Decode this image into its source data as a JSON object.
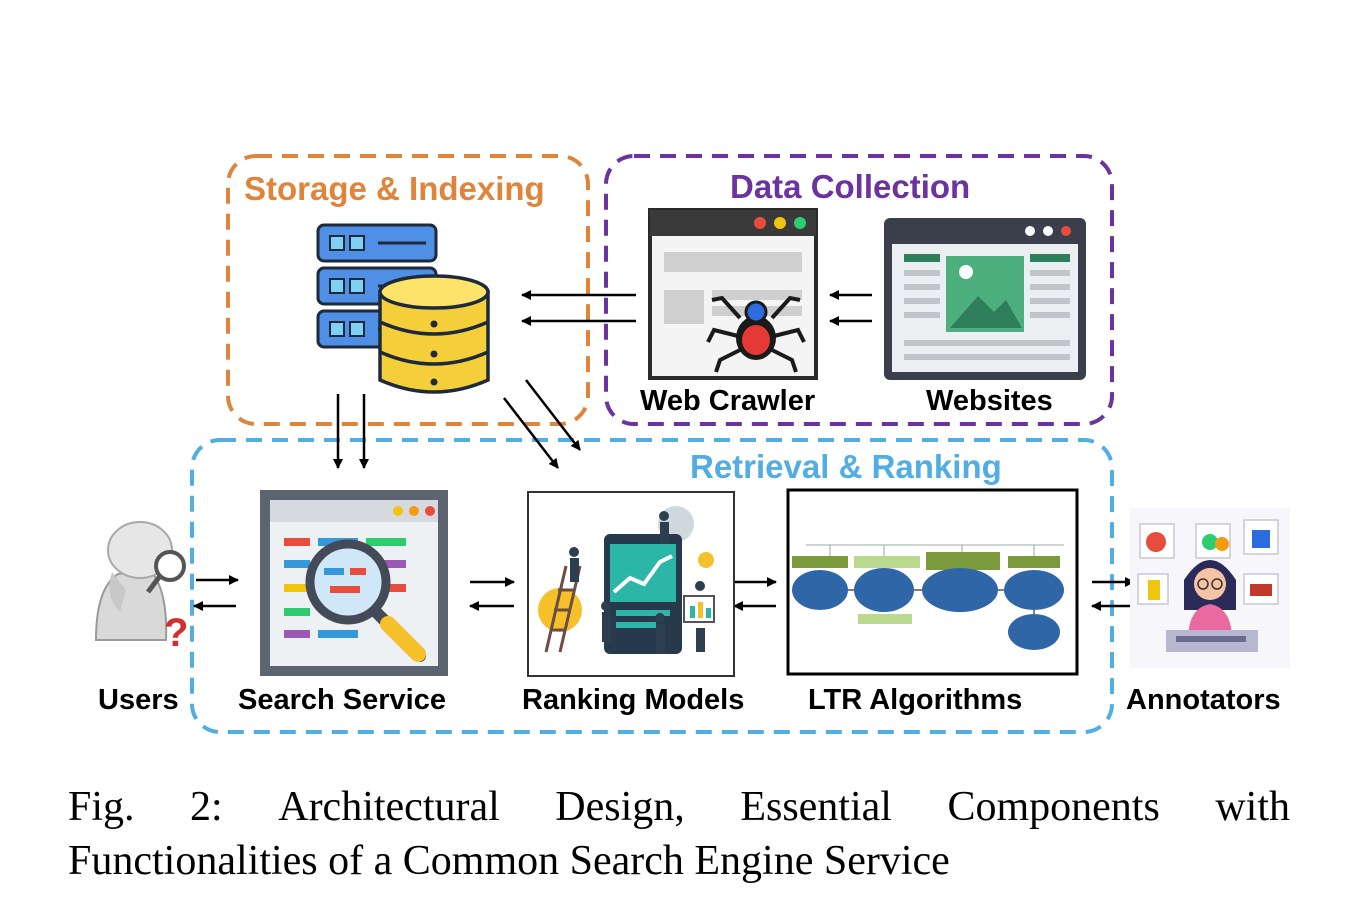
{
  "regions": {
    "storage": {
      "title": "Storage & Indexing",
      "color": "#e0833b"
    },
    "data_collection": {
      "title": "Data Collection",
      "color": "#6b32a0"
    },
    "retrieval": {
      "title": "Retrieval & Ranking",
      "color": "#52ade3"
    }
  },
  "components": {
    "web_crawler": "Web Crawler",
    "websites": "Websites",
    "users": "Users",
    "search_service": "Search Service",
    "ranking_models": "Ranking Models",
    "ltr_algorithms": "LTR Algorithms",
    "annotators": "Annotators"
  },
  "caption": {
    "words_line1": [
      "Fig.",
      "2:",
      "Architectural",
      "Design,",
      "Essential",
      "Components",
      "with"
    ],
    "line2": "Functionalities of a Common Search Engine Service"
  },
  "icons": {
    "storage": "database-server-icon",
    "crawler": "spider-browser-icon",
    "websites": "webpage-icon",
    "users": "user-question-icon",
    "search": "magnifier-app-icon",
    "ranking": "analytics-team-icon",
    "ltr": "flowchart-icon",
    "annotators": "annotator-icon"
  }
}
